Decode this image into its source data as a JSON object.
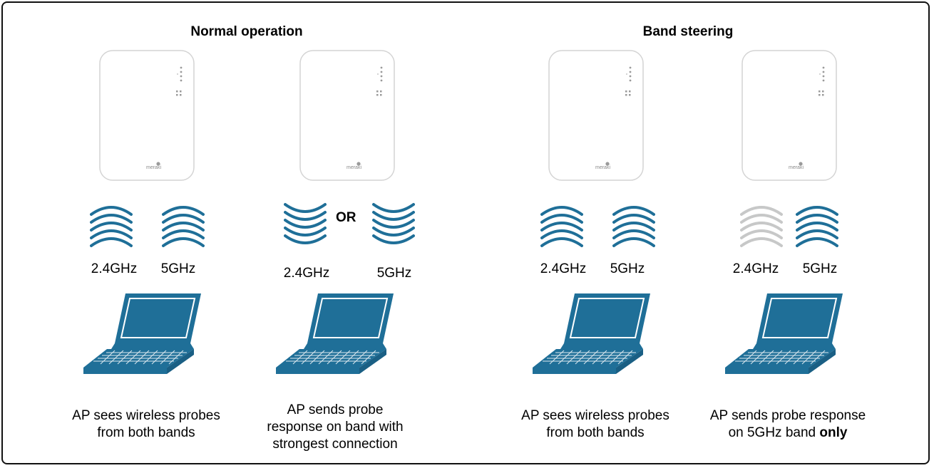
{
  "sections": [
    {
      "title": "Normal operation"
    },
    {
      "title": "Band steering"
    }
  ],
  "or_label": "OR",
  "colors": {
    "accent": "#1f6f98",
    "dim": "#c7c8c8",
    "ap_outline": "#d4d4d4"
  },
  "icons": [
    "access-point-icon",
    "wireless-waves-icon",
    "laptop-icon"
  ],
  "scenarios": [
    {
      "bands": {
        "left": "2.4GHz",
        "right": "5GHz"
      },
      "caption": {
        "line1": "AP sees wireless probes",
        "line2": "from both bands"
      }
    },
    {
      "bands": {
        "left": "2.4GHz",
        "right": "5GHz"
      },
      "caption": {
        "line1": "AP sends probe",
        "line2": "response on band with",
        "line3": "strongest connection"
      }
    },
    {
      "bands": {
        "left": "2.4GHz",
        "right": "5GHz"
      },
      "caption": {
        "line1": "AP sees wireless probes",
        "line2": "from both bands"
      }
    },
    {
      "bands": {
        "left": "2.4GHz",
        "right": "5GHz"
      },
      "caption": {
        "line1": "AP sends probe response",
        "line2_prefix": "on 5GHz band ",
        "line2_emphasis": "only"
      }
    }
  ]
}
